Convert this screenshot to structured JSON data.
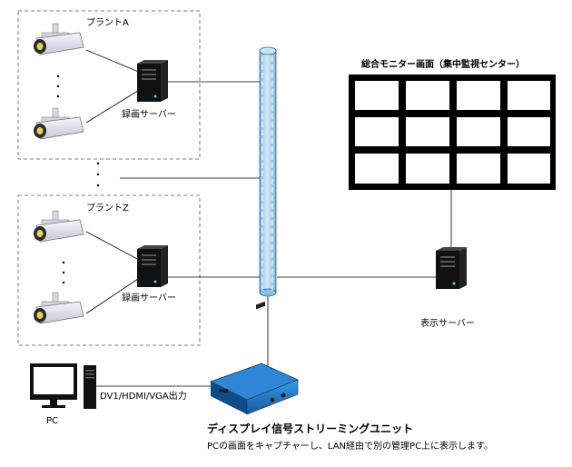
{
  "plants": [
    {
      "name": "プラントA",
      "server_label": "録画サーバー"
    },
    {
      "name": "プラントZ",
      "server_label": "録画サーバー"
    }
  ],
  "monitor_wall": {
    "label": "総合モニター画面（集中監視センター）",
    "rows": 3,
    "cols": 4
  },
  "display_server": {
    "label": "表示サーバー"
  },
  "pc": {
    "label": "PC",
    "output_label": "DV1/HDMI/VGA出力"
  },
  "unit": {
    "title": "ディスプレイ信号ストリーミングユニット",
    "subtitle": "PCの画面をキャプチャーし、LAN経由で別の管理PC上に表示します。"
  },
  "colors": {
    "backbone": "#a9d3ee",
    "backbone_stripe": "#ffffff",
    "unit_body": "#1f7fd0",
    "camera_body": "#e9e6f2",
    "server": "#111111"
  },
  "icons": [
    "camera-icon",
    "server-icon",
    "pc-monitor-icon",
    "pc-tower-icon",
    "streaming-unit-icon"
  ]
}
